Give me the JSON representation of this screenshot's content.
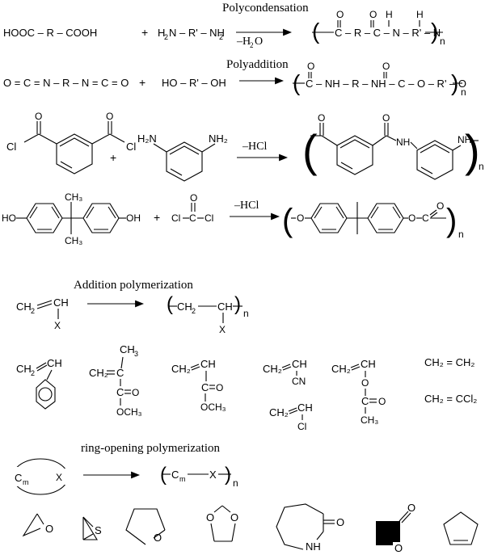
{
  "reactions": {
    "polycondensation": {
      "title": "Polycondensation",
      "reactant1": "HOOC – R – COOH",
      "reactant2_a": "H",
      "reactant2_b": "N – R' – NH",
      "byproduct": "–H",
      "byproduct_b": "O"
    },
    "polyaddition": {
      "title": "Polyaddition",
      "reactant1": "O = C = N – R – N = C = O",
      "reactant2": "HO – R' – OH"
    },
    "aramid": {
      "cl": "Cl",
      "h2n": "H₂N",
      "nh2": "NH₂",
      "byproduct": "–HCl",
      "nh": "NH",
      "o": "O"
    },
    "polycarbonate": {
      "ho": "HO",
      "oh": "OH",
      "ch3": "CH₃",
      "byproduct": "–HCl",
      "phosgene_cl_left": "Cl",
      "phosgene_cl_right": "Cl",
      "o": "O"
    },
    "addition": {
      "title": "Addition polymerization",
      "monomer_ch2": "CH",
      "monomer_ch": "CH",
      "x": "X",
      "poly_ch2": "CH",
      "poly_ch": "CH",
      "n": "n"
    },
    "ring_opening": {
      "title": "ring-opening polymerization",
      "cm": "C",
      "m": "m",
      "x": "X",
      "n": "n"
    }
  },
  "vinyl_monomers": {
    "mma_ch2": "CH₂",
    "mma_c": "C",
    "mma_ch3": "CH",
    "ester_o": "O",
    "ester_och3": "OCH₃",
    "ma_ch2": "CH₂",
    "ma_ch": "CH",
    "an_ch2": "CH₂",
    "an_ch": "CH",
    "an_cn": "CN",
    "va_ch2": "CH₂",
    "va_ch": "CH",
    "va_o": "O",
    "va_ch3": "CH₃",
    "vc_ch2": "CH₂",
    "vc_ch": "CH",
    "vc_cl": "Cl",
    "ethylene": "CH₂ = CH₂",
    "vinylidene": "CH₂ = CCl₂"
  },
  "cyclic_monomers": {
    "o": "O",
    "s": "S",
    "nh": "NH"
  }
}
